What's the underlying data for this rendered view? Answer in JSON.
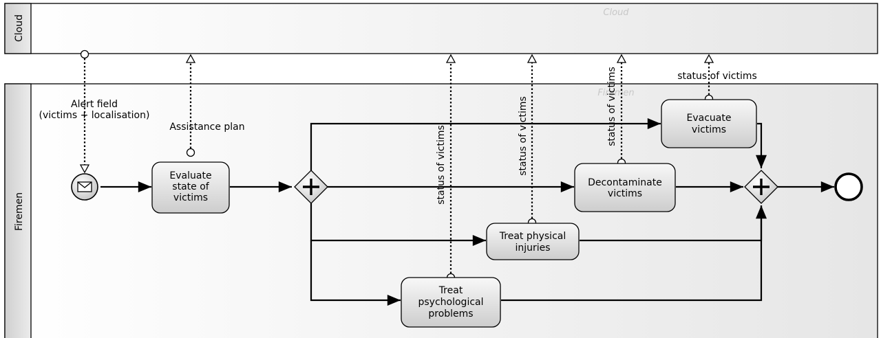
{
  "pools": {
    "cloud": {
      "label": "Cloud",
      "watermark": "Cloud"
    },
    "firemen": {
      "label": "Firemen",
      "watermark": "Firemen"
    }
  },
  "tasks": {
    "evaluate": [
      "Evaluate",
      "state of",
      "victims"
    ],
    "evacuate": [
      "Evacuate",
      "victims"
    ],
    "decontaminate": [
      "Decontaminate",
      "victims"
    ],
    "treat_physical": [
      "Treat physical",
      "injuries"
    ],
    "treat_psych": [
      "Treat",
      "psychological",
      "problems"
    ]
  },
  "messages": {
    "alert": [
      "Alert field",
      "(victims + localisation)"
    ],
    "assistance": "Assistance plan",
    "status_psych": "status of victims",
    "status_physical": "status of victims",
    "status_decon": "status of victims",
    "status_evac": "status of victims"
  },
  "icons": {
    "start": "envelope-icon",
    "split": "parallel-gateway-icon",
    "join": "parallel-gateway-icon",
    "end": "end-event-icon"
  },
  "colors": {
    "task_fill_top": "#f7f7f7",
    "task_fill_bottom": "#cfcfcf",
    "lane_header": "#e2e2e2",
    "stroke": "#000000"
  }
}
